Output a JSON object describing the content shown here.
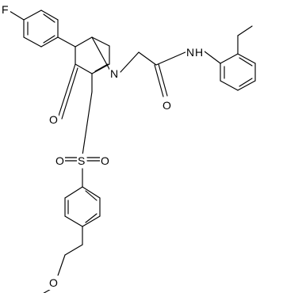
{
  "molecule": {
    "atom_labels": {
      "fluorine": "F",
      "ring_nitrogen": "N",
      "ketone_oxygen": "O",
      "amide_oxygen": "O",
      "amide_nitrogen": "N",
      "amide_hydrogen": "H",
      "sulfur": "S",
      "sulfonyl_oxygen_left": "O",
      "sulfonyl_oxygen_right": "O",
      "methoxy_oxygen": "O"
    }
  }
}
